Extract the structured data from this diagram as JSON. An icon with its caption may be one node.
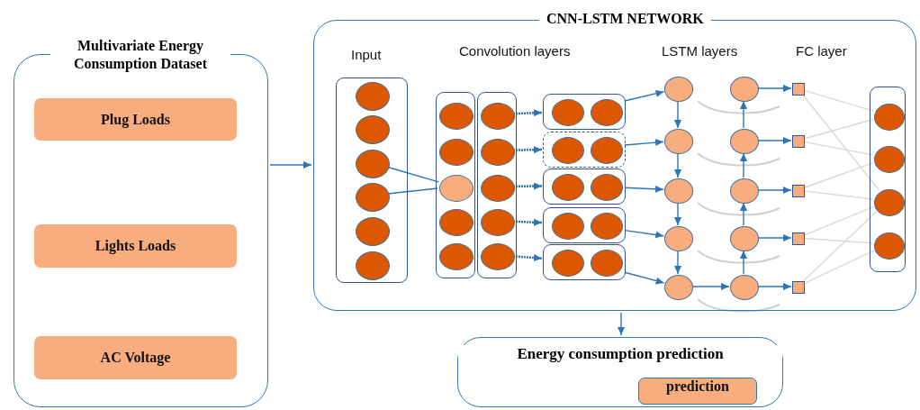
{
  "diagram": {
    "nodes": [
      {
        "text": [
          "Multivariate Energy Consumption Dataset"
        ]
      },
      {
        "text": [
          "Plug Loads"
        ],
        "in": 0
      },
      {
        "text": [
          "Lights Loads"
        ],
        "in": 0
      },
      {
        "text": [
          "AC Voltage"
        ],
        "in": 0
      },
      {
        "text": [
          "CNN-LSTM NETWORK"
        ]
      },
      {
        "text": [],
        "shape": "box",
        "in": 4
      },
      {
        "text": [],
        "shape": "circle",
        "in": 5
      },
      {
        "text": [],
        "shape": "circle",
        "in": 5
      },
      {
        "text": [],
        "shape": "circle",
        "in": 5
      },
      {
        "text": [],
        "shape": "circle",
        "in": 5
      },
      {
        "text": [],
        "shape": "circle",
        "in": 5
      },
      {
        "text": [],
        "shape": "circle",
        "in": 5
      },
      {
        "text": [],
        "shape": "box",
        "in": 4
      },
      {
        "text": [],
        "shape": "circle",
        "in": 12
      },
      {
        "text": [],
        "shape": "circle",
        "in": 12
      },
      {
        "text": [],
        "shape": "circle",
        "in": 12
      },
      {
        "text": [],
        "shape": "circle",
        "in": 12
      },
      {
        "text": [],
        "shape": "circle",
        "in": 12
      },
      {
        "text": [],
        "shape": "box",
        "in": 4
      },
      {
        "text": [],
        "shape": "circle",
        "in": 18
      },
      {
        "text": [],
        "shape": "circle",
        "in": 18
      },
      {
        "text": [],
        "shape": "circle",
        "in": 18
      },
      {
        "text": [],
        "shape": "circle",
        "in": 18
      },
      {
        "text": [],
        "shape": "circle",
        "in": 18
      },
      {
        "text": [],
        "shape": "box",
        "in": 4
      },
      {
        "text": [],
        "shape": "circle",
        "in": 24
      },
      {
        "text": [],
        "shape": "circle",
        "in": 24
      },
      {
        "text": [],
        "shape": "box",
        "in": 4
      },
      {
        "text": [],
        "shape": "circle",
        "in": 27
      },
      {
        "text": [],
        "shape": "circle",
        "in": 27
      },
      {
        "text": [],
        "shape": "box",
        "in": 4
      },
      {
        "text": [],
        "shape": "circle",
        "in": 30
      },
      {
        "text": [],
        "shape": "circle",
        "in": 30
      },
      {
        "text": [],
        "shape": "box",
        "in": 4
      },
      {
        "text": [],
        "shape": "circle",
        "in": 33
      },
      {
        "text": [],
        "shape": "circle",
        "in": 33
      },
      {
        "text": [],
        "shape": "box",
        "in": 4
      },
      {
        "text": [],
        "shape": "circle",
        "in": 36
      },
      {
        "text": [],
        "shape": "circle",
        "in": 36
      },
      {
        "text": [],
        "shape": "circle",
        "in": 4
      },
      {
        "text": [],
        "shape": "circle",
        "in": 4
      },
      {
        "text": [],
        "shape": "circle",
        "in": 4
      },
      {
        "text": [],
        "shape": "circle",
        "in": 4
      },
      {
        "text": [],
        "shape": "circle",
        "in": 4
      },
      {
        "text": [],
        "shape": "circle",
        "in": 4
      },
      {
        "text": [],
        "shape": "circle",
        "in": 4
      },
      {
        "text": [],
        "shape": "circle",
        "in": 4
      },
      {
        "text": [],
        "shape": "circle",
        "in": 4
      },
      {
        "text": [],
        "shape": "circle",
        "in": 4
      },
      {
        "text": [],
        "shape": "box",
        "in": 4
      },
      {
        "text": [],
        "shape": "box",
        "in": 4
      },
      {
        "text": [],
        "shape": "box",
        "in": 4
      },
      {
        "text": [],
        "shape": "box",
        "in": 4
      },
      {
        "text": [],
        "shape": "box",
        "in": 4
      },
      {
        "text": [],
        "shape": "box",
        "in": 4
      },
      {
        "text": [],
        "shape": "circle",
        "in": 54
      },
      {
        "text": [],
        "shape": "circle",
        "in": 54
      },
      {
        "text": [],
        "shape": "circle",
        "in": 54
      },
      {
        "text": [],
        "shape": "circle",
        "in": 54
      },
      {
        "text": [
          "Energy consumption prediction"
        ]
      },
      {
        "text": [
          "prediction"
        ],
        "in": 59
      }
    ],
    "edges": [
      {
        "from": 0,
        "to": 4,
        "arrow": "to"
      },
      {
        "from": 4,
        "to": 59,
        "arrow": "to"
      },
      {
        "from": 8,
        "to": 15,
        "arrow": "none"
      },
      {
        "from": 9,
        "to": 15,
        "arrow": "none"
      },
      {
        "from": 19,
        "to": 24,
        "arrow": "to",
        "style": "dashed"
      },
      {
        "from": 20,
        "to": 27,
        "arrow": "to",
        "style": "dashed"
      },
      {
        "from": 21,
        "to": 30,
        "arrow": "to",
        "style": "dashed"
      },
      {
        "from": 22,
        "to": 33,
        "arrow": "to",
        "style": "dashed"
      },
      {
        "from": 23,
        "to": 36,
        "arrow": "to",
        "style": "dashed"
      },
      {
        "from": 24,
        "to": 39,
        "arrow": "to"
      },
      {
        "from": 27,
        "to": 40,
        "arrow": "to"
      },
      {
        "from": 30,
        "to": 41,
        "arrow": "to"
      },
      {
        "from": 33,
        "to": 42,
        "arrow": "to"
      },
      {
        "from": 36,
        "to": 43,
        "arrow": "to"
      },
      {
        "from": 39,
        "to": 40,
        "arrow": "to"
      },
      {
        "from": 40,
        "to": 41,
        "arrow": "to"
      },
      {
        "from": 41,
        "to": 42,
        "arrow": "to"
      },
      {
        "from": 42,
        "to": 43,
        "arrow": "to"
      },
      {
        "from": 43,
        "to": 48,
        "arrow": "to"
      },
      {
        "from": 48,
        "to": 47,
        "arrow": "to"
      },
      {
        "from": 47,
        "to": 46,
        "arrow": "to"
      },
      {
        "from": 46,
        "to": 45,
        "arrow": "to"
      },
      {
        "from": 45,
        "to": 44,
        "arrow": "to"
      },
      {
        "from": 44,
        "to": 49,
        "arrow": "to"
      },
      {
        "from": 45,
        "to": 50,
        "arrow": "to"
      },
      {
        "from": 46,
        "to": 51,
        "arrow": "to"
      },
      {
        "from": 47,
        "to": 52,
        "arrow": "to"
      },
      {
        "from": 48,
        "to": 53,
        "arrow": "to"
      },
      {
        "from": 49,
        "to": 55,
        "arrow": "none",
        "color": "#d9d9d9"
      },
      {
        "from": 49,
        "to": 57,
        "arrow": "none",
        "color": "#d9d9d9"
      },
      {
        "from": 50,
        "to": 55,
        "arrow": "none",
        "color": "#d9d9d9"
      },
      {
        "from": 50,
        "to": 56,
        "arrow": "none",
        "color": "#d9d9d9"
      },
      {
        "from": 51,
        "to": 56,
        "arrow": "none",
        "color": "#d9d9d9"
      },
      {
        "from": 51,
        "to": 57,
        "arrow": "none",
        "color": "#d9d9d9"
      },
      {
        "from": 52,
        "to": 57,
        "arrow": "none",
        "color": "#d9d9d9"
      },
      {
        "from": 52,
        "to": 58,
        "arrow": "none",
        "color": "#d9d9d9"
      },
      {
        "from": 53,
        "to": 57,
        "arrow": "none",
        "color": "#d9d9d9"
      },
      {
        "from": 53,
        "to": 58,
        "arrow": "none",
        "color": "#d9d9d9"
      }
    ],
    "labels": [
      "Input",
      "Convolution layers",
      "LSTM layers",
      "FC layer"
    ]
  }
}
